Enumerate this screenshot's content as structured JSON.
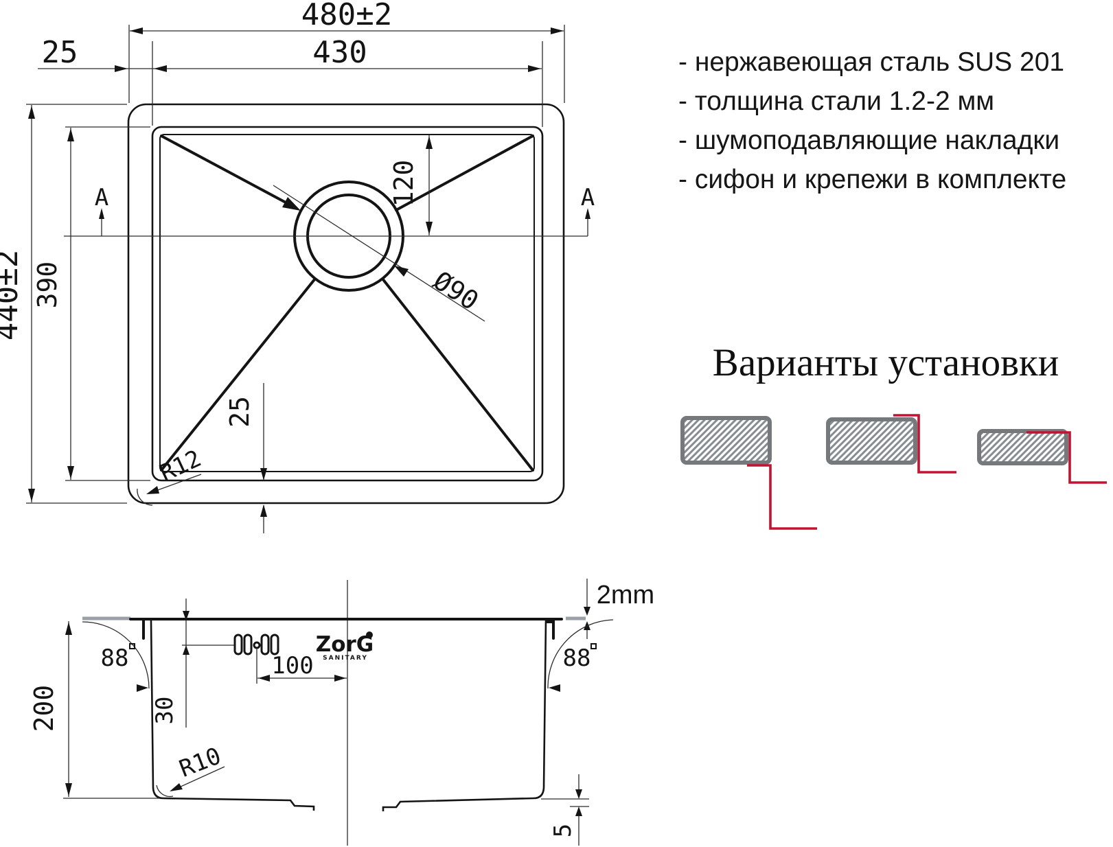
{
  "title": "Варианты установки",
  "notes": {
    "items": [
      "- нержавеющая сталь SUS 201",
      "- толщина стали 1.2-2 мм",
      "- шумоподавляющие накладки",
      "- сифон и крепежи в комплекте"
    ]
  },
  "top_view": {
    "width_outer": "480±2",
    "width_inner": "430",
    "left_offset": "25",
    "height_outer": "440±2",
    "height_inner": "390",
    "drain_offset_top": "120",
    "drain_diameter": "Ø90",
    "bottom_gap": "25",
    "corner_radius": "R12",
    "section_label": "A"
  },
  "section_view": {
    "rim_thickness": "2mm",
    "wall_angle": "88",
    "depth": "200",
    "holes_from_rim": "30",
    "holes_from_center": "100",
    "bottom_radius": "R10",
    "bottom_slope": "5",
    "logo": {
      "name": "ZorG",
      "sub": "SANITARY"
    }
  },
  "colors": {
    "line": "#141414",
    "accent_red": "#c51230",
    "hatch_gray": "#858c93",
    "border_gray": "#76797c",
    "countertop_gray": "#9aa0a5"
  }
}
